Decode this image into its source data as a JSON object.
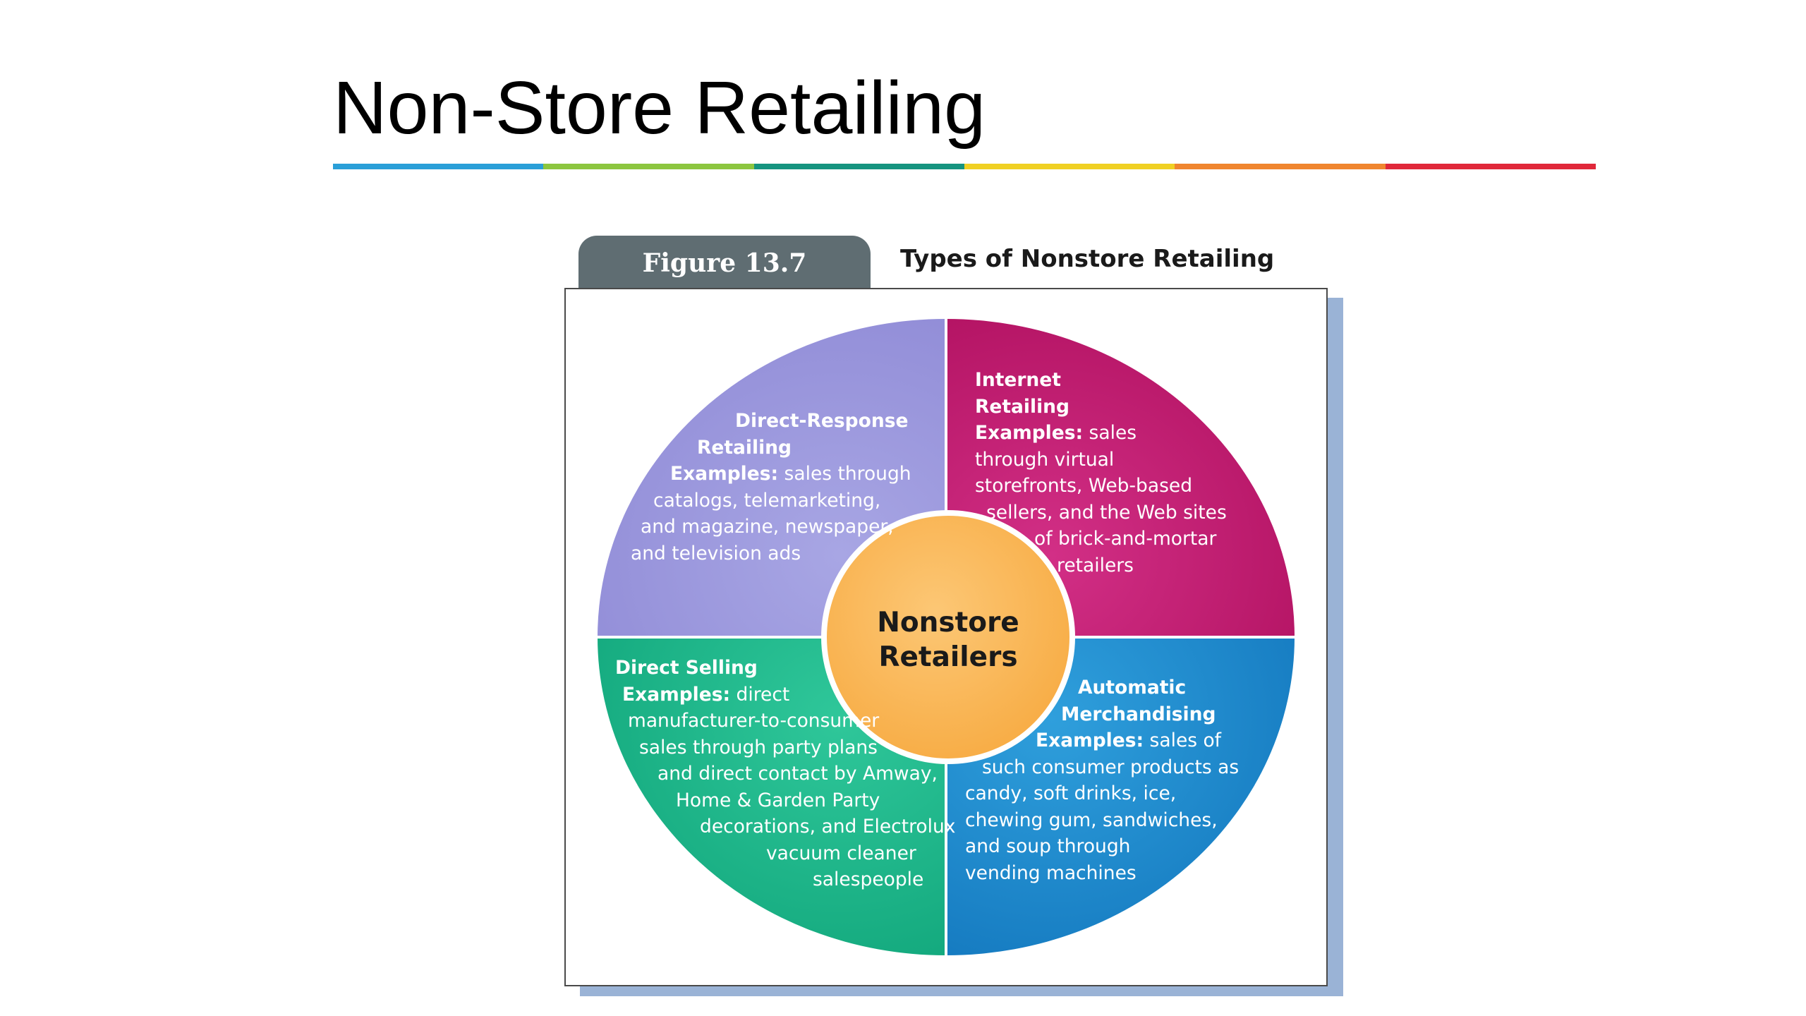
{
  "slide": {
    "title": "Non-Store Retailing",
    "rule_colors": [
      "#2a9fd8",
      "#8cc63f",
      "#16947f",
      "#f0d023",
      "#f0862f",
      "#e0283a"
    ]
  },
  "figure": {
    "tab_label": "Figure 13.7",
    "caption": "Types of Nonstore Retailing"
  },
  "diagram": {
    "center": {
      "lines": [
        "Nonstore",
        "Retailers"
      ],
      "color": "#fbb864"
    },
    "quadrants": {
      "direct_response": {
        "color": "#9b97dc",
        "title_lines": [
          "Direct-Response",
          "Retailing"
        ],
        "examples_label": "Examples:",
        "examples_first": "sales through",
        "example_lines": [
          "catalogs, telemarketing,",
          "and magazine, newspaper,",
          "and television ads"
        ]
      },
      "internet": {
        "color": "#c2166d",
        "title_lines": [
          "Internet",
          "Retailing"
        ],
        "examples_label": "Examples:",
        "examples_first": "sales",
        "example_lines": [
          "through virtual",
          "storefronts, Web-based",
          "sellers, and the Web sites",
          "of brick-and-mortar",
          "retailers"
        ]
      },
      "direct_selling": {
        "color": "#1fb98a",
        "title_lines": [
          "Direct Selling"
        ],
        "examples_label": "Examples:",
        "examples_first": "direct",
        "example_lines": [
          "manufacturer-to-consumer",
          "sales through party plans",
          "and direct contact by Amway,",
          "Home & Garden Party",
          "decorations, and Electrolux",
          "vacuum cleaner",
          "salespeople"
        ]
      },
      "automatic": {
        "color": "#1f8fd0",
        "title_lines": [
          "Automatic",
          "Merchandising"
        ],
        "examples_label": "Examples:",
        "examples_first": "sales of",
        "example_lines": [
          "such consumer products as",
          "candy, soft drinks, ice,",
          "chewing gum, sandwiches,",
          "and soup through",
          "vending machines"
        ]
      }
    }
  }
}
